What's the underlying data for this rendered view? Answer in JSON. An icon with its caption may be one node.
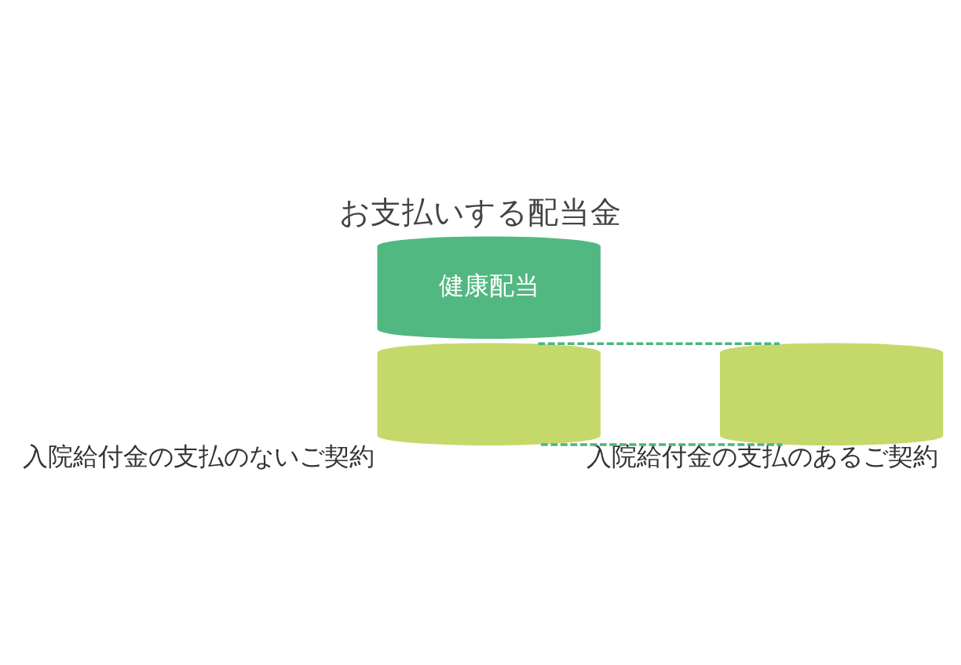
{
  "diagram": {
    "title": "お支払いする配当金",
    "nodes": [
      {
        "text": [
          "健康配当"
        ]
      },
      {
        "text": [],
        "shape": "cylinder",
        "beside": [
          "入院給付金の支払のないご契約"
        ]
      },
      {
        "text": [],
        "shape": "cylinder",
        "beside": [
          "入院給付金の支払のあるご契約"
        ]
      }
    ],
    "edges": [
      {
        "from": 1,
        "to": 2,
        "arrow": "none",
        "style": "dashed",
        "color": "#4db57f"
      },
      {
        "from": 1,
        "to": 2,
        "arrow": "none",
        "style": "dashed",
        "color": "#4db57f"
      }
    ]
  }
}
